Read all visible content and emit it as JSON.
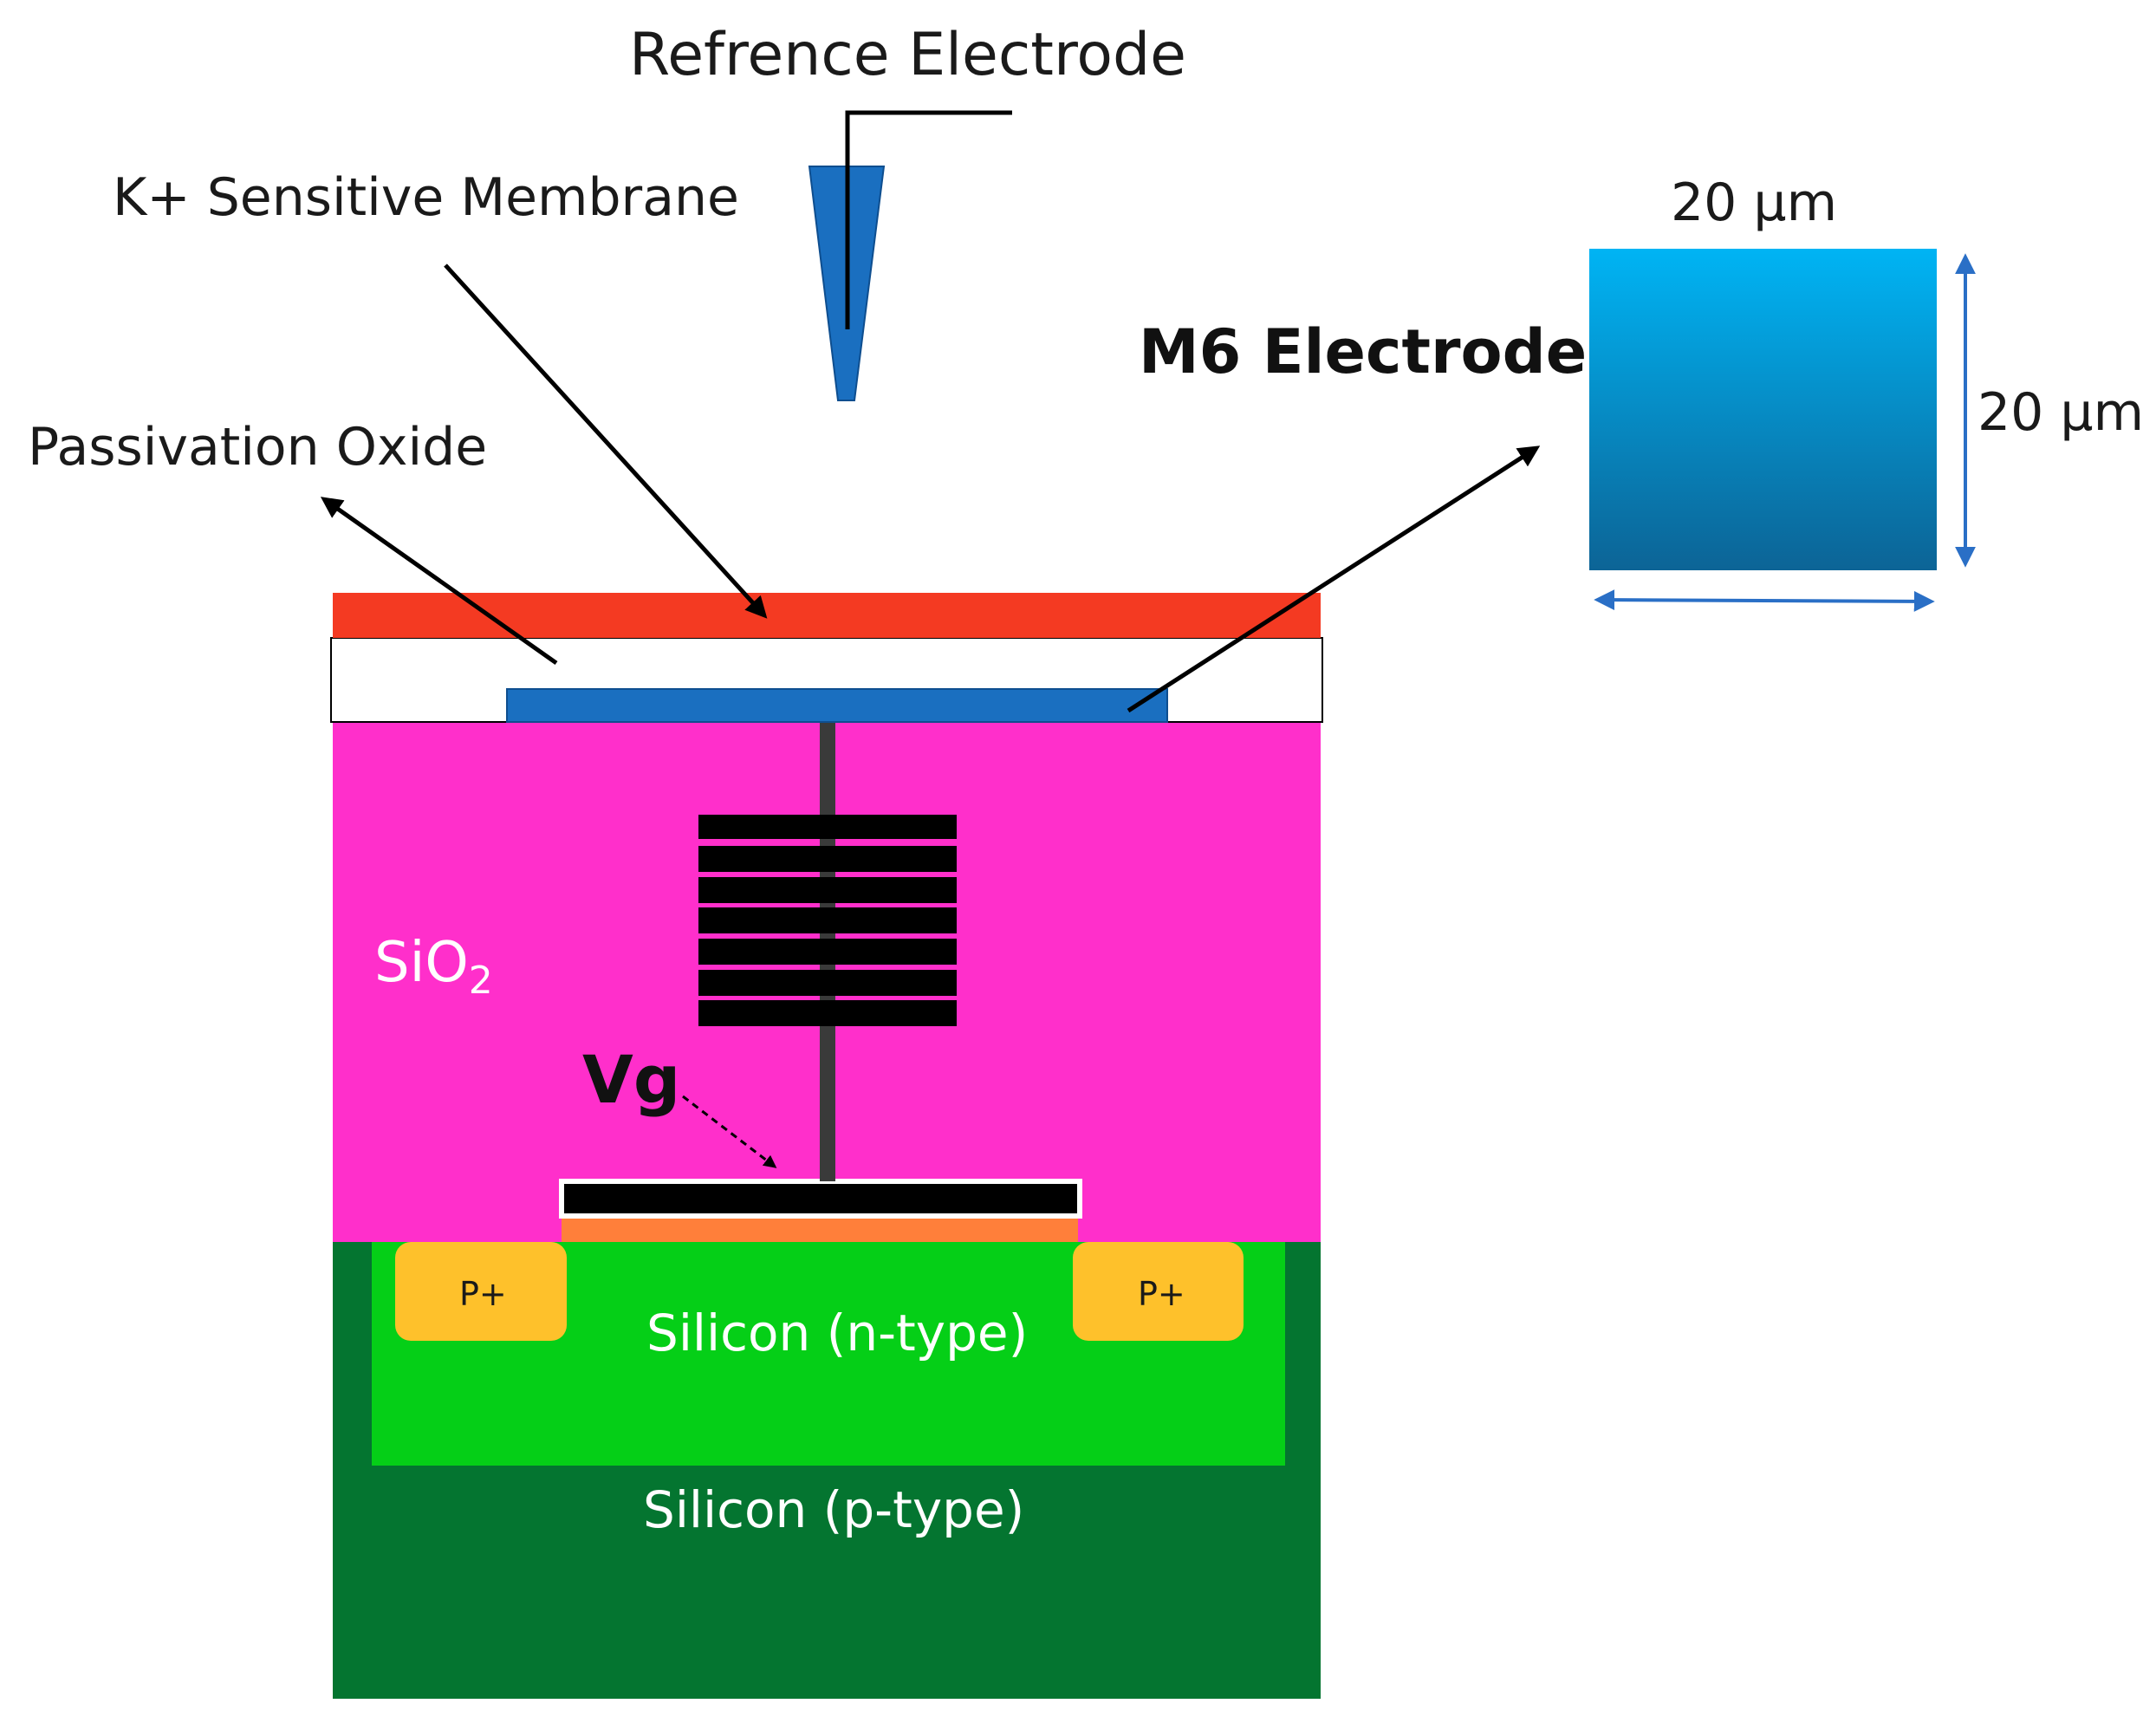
{
  "labels": {
    "reference_electrode": "Refrence Electrode",
    "k_membrane": "K+ Sensitive Membrane",
    "passivation_oxide": "Passivation Oxide",
    "m6_electrode": "M6 Electrode",
    "width_dim": "20 µm",
    "height_dim": "20 µm",
    "sio2_base": "SiO",
    "sio2_sub": "2",
    "vg": "Vg",
    "p_plus_left": "P+",
    "p_plus_right": "P+",
    "n_type": "Silicon (n-type)",
    "p_type": "Silicon (p-type)"
  },
  "colors": {
    "membrane": "#f43a22",
    "passivation": "#ffffff",
    "electrode": "#1a6fc0",
    "sio2": "#ff2fcb",
    "metal_stack": "#000000",
    "via": "#3a3a3a",
    "gate_oxide": "#ff7f3a",
    "p_plus": "#fec12b",
    "n_well": "#05cf17",
    "p_substrate": "#047530",
    "dim_arrow": "#2a6fc6",
    "electrode_square_top": "#00b4f4",
    "electrode_square_bottom": "#0c6496"
  }
}
